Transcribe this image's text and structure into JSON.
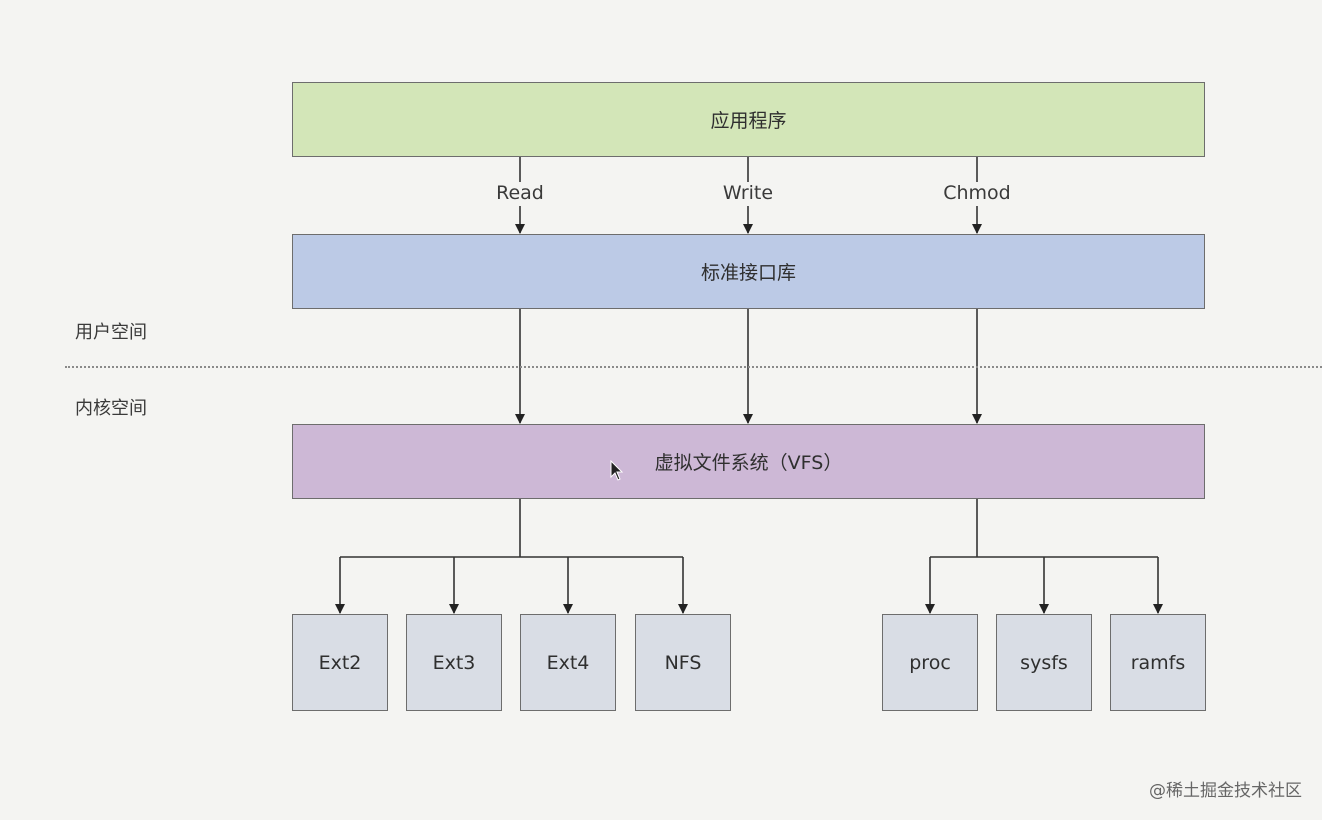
{
  "layers": {
    "application": "应用程序",
    "stdlib": "标准接口库",
    "vfs": "虚拟文件系统（VFS）"
  },
  "operations": [
    "Read",
    "Write",
    "Chmod"
  ],
  "spaces": {
    "user": "用户空间",
    "kernel": "内核空间"
  },
  "filesystems": {
    "disk_group": [
      "Ext2",
      "Ext3",
      "Ext4",
      "NFS"
    ],
    "virtual_group": [
      "proc",
      "sysfs",
      "ramfs"
    ]
  },
  "watermark": "@稀土掘金技术社区",
  "colors": {
    "application": "#d3e6b8",
    "stdlib": "#bccae6",
    "vfs": "#cdb8d6",
    "filesystem": "#d9dde5"
  }
}
